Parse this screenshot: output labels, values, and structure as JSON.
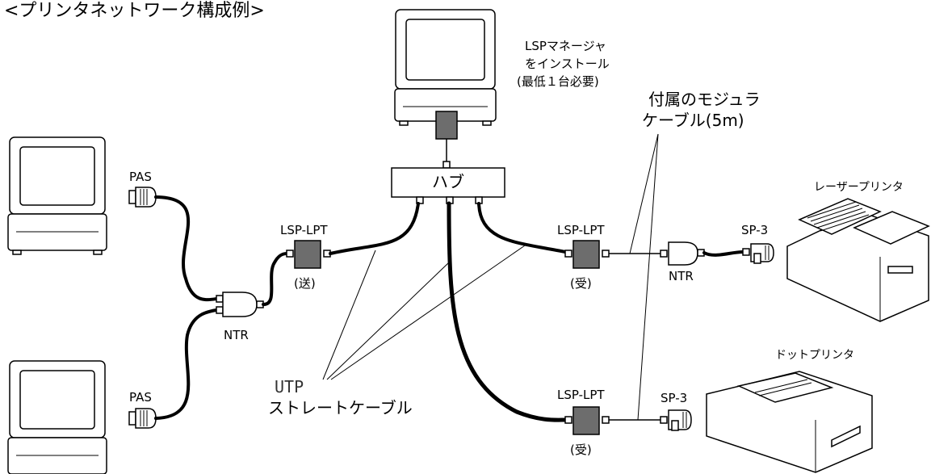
{
  "title": "<プリンタネットワーク構成例>",
  "nodes": {
    "manager_note_1": "LSPマネージャ",
    "manager_note_2": "をインストール",
    "manager_note_3": "(最低１台必要)",
    "hub": "ハブ",
    "pas_top": "PAS",
    "pas_bottom": "PAS",
    "ntr_left": "NTR",
    "ntr_right": "NTR",
    "lsp_send": "LSP-LPT",
    "lsp_send_role": "(送)",
    "lsp_recv_top": "LSP-LPT",
    "lsp_recv_top_role": "(受)",
    "lsp_recv_bottom": "LSP-LPT",
    "lsp_recv_bottom_role": "(受)",
    "sp3_top": "SP-3",
    "sp3_bottom": "SP-3",
    "laser_printer": "レーザープリンタ",
    "dot_printer": "ドットプリンタ"
  },
  "callouts": {
    "modular_1": "付属のモジュラ",
    "modular_2": "ケーブル(5m)",
    "utp_1": "UTP",
    "utp_2": "ストレートケーブル"
  }
}
